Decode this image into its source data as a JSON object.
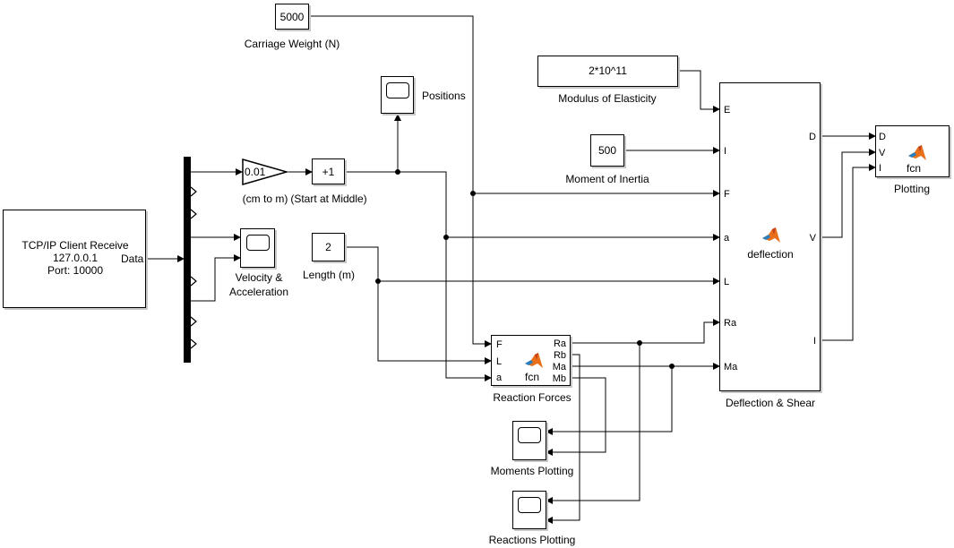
{
  "tcp": {
    "title": "TCP/IP Client Receive",
    "ip": "127.0.0.1",
    "port": "Port: 10000",
    "out_port": "Data"
  },
  "carriage_weight": {
    "value": "5000",
    "label": "Carriage Weight (N)"
  },
  "positions_scope": {
    "label": "Positions"
  },
  "gain": {
    "value": "0.01",
    "label": "(cm to m)"
  },
  "bias": {
    "value": "+1",
    "label": "(Start at Middle)"
  },
  "velocity_scope": {
    "label_line1": "Velocity &",
    "label_line2": "Acceleration"
  },
  "length": {
    "value": "2",
    "label": "Length (m)"
  },
  "modulus": {
    "value": "2*10^11",
    "label": "Modulus of Elasticity"
  },
  "inertia": {
    "value": "500",
    "label": "Moment of Inertia"
  },
  "deflection": {
    "name": "deflection",
    "label": "Deflection & Shear",
    "inputs": [
      "E",
      "I",
      "F",
      "a",
      "L",
      "Ra",
      "Ma"
    ],
    "outputs": [
      "D",
      "V",
      "I"
    ]
  },
  "plotting": {
    "name": "fcn",
    "label": "Plotting",
    "inputs": [
      "D",
      "V",
      "I"
    ]
  },
  "reaction": {
    "name": "fcn",
    "label": "Reaction Forces",
    "inputs": [
      "F",
      "L",
      "a"
    ],
    "outputs": [
      "Ra",
      "Rb",
      "Ma",
      "Mb"
    ]
  },
  "moments_scope": {
    "label": "Moments Plotting"
  },
  "reactions_scope": {
    "label": "Reactions Plotting"
  },
  "colors": {
    "line": "#000000",
    "shadow": "#c8c8c8",
    "matlab_orange": "#e8701a",
    "matlab_blue": "#2a7fc1"
  }
}
